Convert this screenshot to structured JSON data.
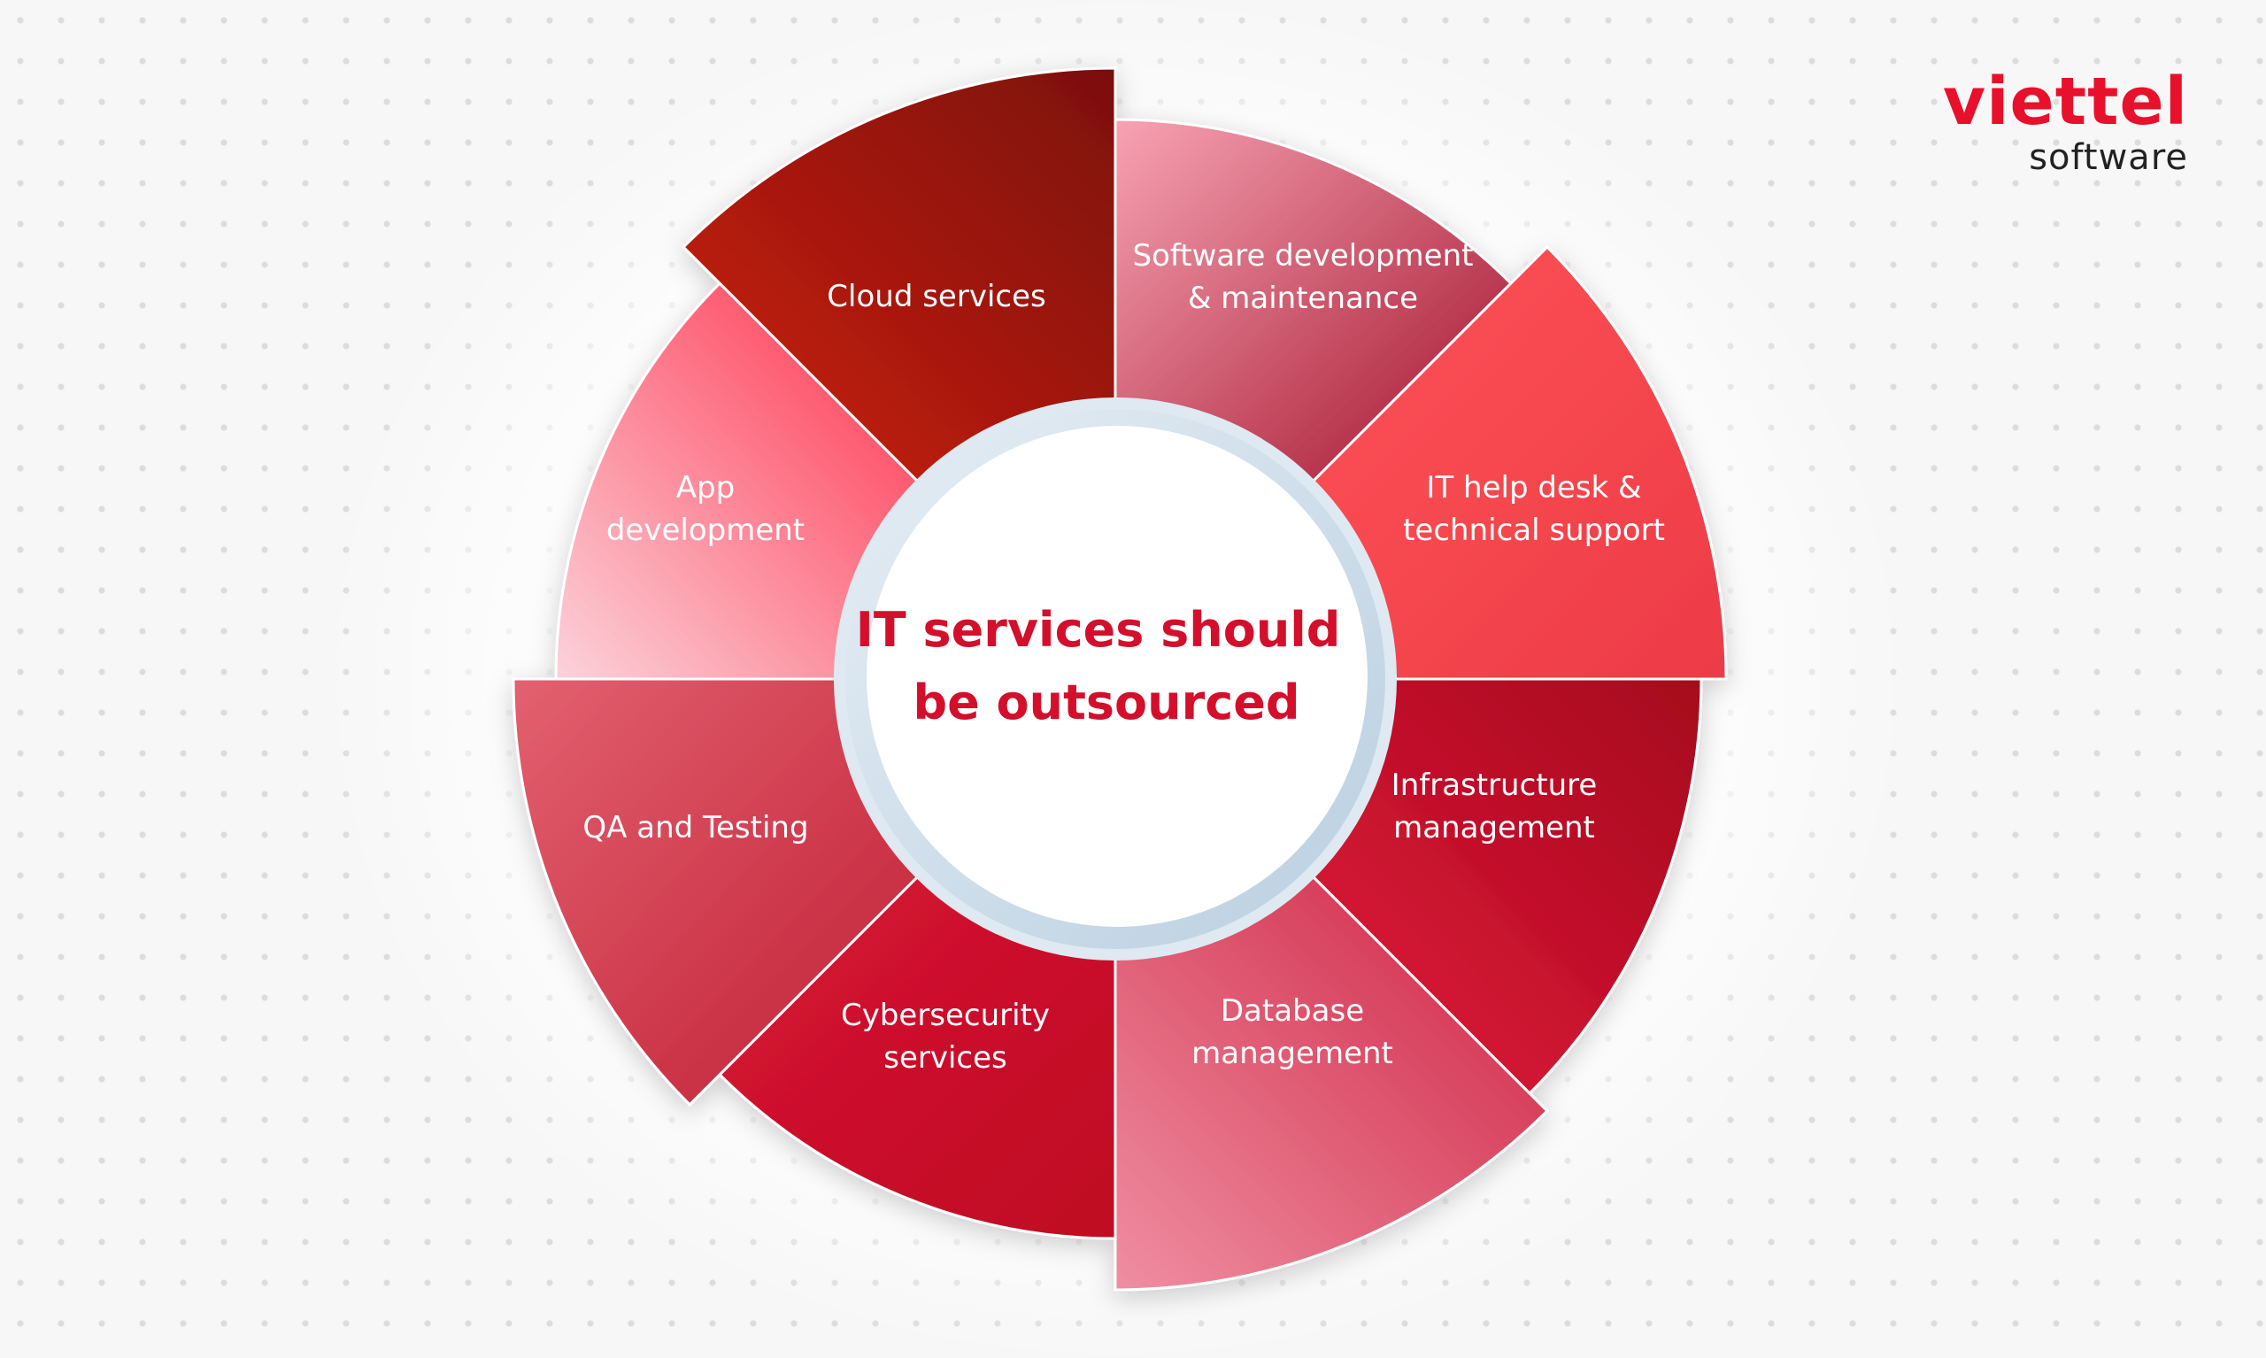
{
  "logo": {
    "name": "viettel",
    "sub": "software"
  },
  "center": {
    "line1": "IT services should",
    "line2": "be outsourced"
  },
  "segments": [
    {
      "id": "software-development",
      "lines": [
        "Software development",
        "& maintenance"
      ]
    },
    {
      "id": "it-help-desk",
      "lines": [
        "IT help desk &",
        "technical support"
      ]
    },
    {
      "id": "infrastructure-management",
      "lines": [
        "Infrastructure",
        "management"
      ]
    },
    {
      "id": "database-management",
      "lines": [
        "Database",
        "management"
      ]
    },
    {
      "id": "cybersecurity-services",
      "lines": [
        "Cybersecurity",
        "services"
      ]
    },
    {
      "id": "qa-testing",
      "lines": [
        "QA and Testing"
      ]
    },
    {
      "id": "app-development",
      "lines": [
        "App",
        "development"
      ]
    },
    {
      "id": "cloud-services",
      "lines": [
        "Cloud services"
      ]
    }
  ],
  "colors": {
    "accent": "#d30f2b",
    "segments": [
      [
        "#f7a3b3",
        "#a10f2a"
      ],
      [
        "#ff5357",
        "#ec3b46"
      ],
      [
        "#a5081d",
        "#e31a3a"
      ],
      [
        "#ce2240",
        "#ef8ea2"
      ],
      [
        "#bf0b22",
        "#d71535"
      ],
      [
        "#c01d33",
        "#e26170"
      ],
      [
        "#fbd3da",
        "#ff2f4b"
      ],
      [
        "#d0200f",
        "#7b1010"
      ]
    ]
  }
}
